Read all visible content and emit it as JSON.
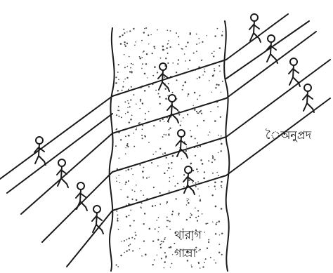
{
  "labels": {
    "right_side": "ৈঅনুপ্রদ",
    "channel_line1": "থারাগ",
    "channel_line2": "গাম্রা"
  },
  "figures": {
    "left": [
      {
        "id": "left-1",
        "row": 1
      },
      {
        "id": "left-2",
        "row": 2
      },
      {
        "id": "left-3",
        "row": 3
      },
      {
        "id": "left-4",
        "row": 4
      }
    ],
    "middle": [
      {
        "id": "mid-1",
        "row": 1
      },
      {
        "id": "mid-2",
        "row": 2
      },
      {
        "id": "mid-3",
        "row": 3
      },
      {
        "id": "mid-4",
        "row": 4
      }
    ],
    "right": [
      {
        "id": "right-1",
        "row": 1
      },
      {
        "id": "right-2",
        "row": 2
      },
      {
        "id": "right-3",
        "row": 3
      },
      {
        "id": "right-4",
        "row": 4
      }
    ]
  },
  "colors": {
    "ink": "#1a1a1a",
    "background": "#ffffff",
    "stipple": "#444444"
  }
}
